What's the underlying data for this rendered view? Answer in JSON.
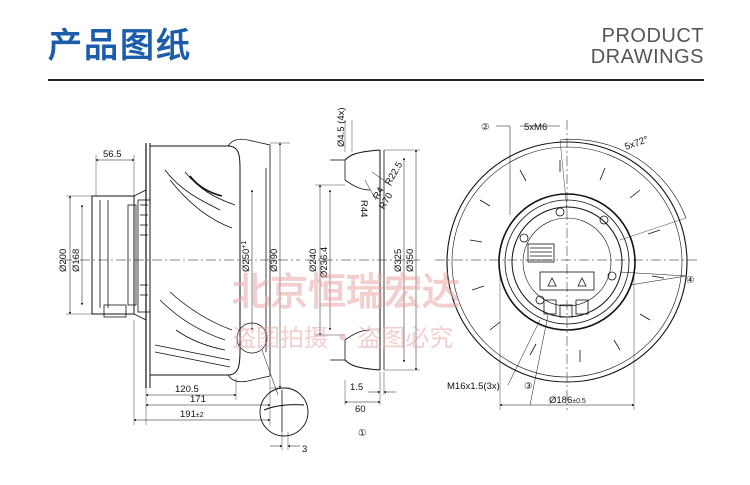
{
  "header": {
    "title_cn": "产品图纸",
    "title_en_line1": "PRODUCT",
    "title_en_line2": "DRAWINGS"
  },
  "watermark": {
    "line1": "北京恒瑞宏达",
    "line2": "盗图拍摄 • 盗图必究"
  },
  "side_view": {
    "dim_56_5": "56.5",
    "dim_d200": "Ø200",
    "dim_d168": "Ø168",
    "dim_d250": "Ø250",
    "dim_d250_sup": "+1",
    "dim_d390": "Ø390",
    "dim_120_5": "120.5",
    "dim_171": "171",
    "dim_191": "191",
    "dim_191_tol": "±2",
    "dim_3": "3"
  },
  "section_view": {
    "dim_d4_5": "Ø4.5 (4x)",
    "dim_r22_5": "R22.5",
    "dim_r4": "R4",
    "dim_r70": "R70",
    "dim_r44": "R44",
    "dim_d240": "Ø240",
    "dim_d236_4": "Ø236.4",
    "dim_d325": "Ø325",
    "dim_d350": "Ø350",
    "dim_1_5": "1.5",
    "dim_60": "60",
    "marker_1": "①"
  },
  "front_view": {
    "marker_2": "②",
    "dim_5xm6": "5xM6",
    "dim_5x72": "5x72°",
    "marker_4": "④",
    "dim_m16": "M16x1.5(3x)",
    "marker_3": "③",
    "dim_d186": "Ø186",
    "dim_d186_tol": "±0.5"
  }
}
